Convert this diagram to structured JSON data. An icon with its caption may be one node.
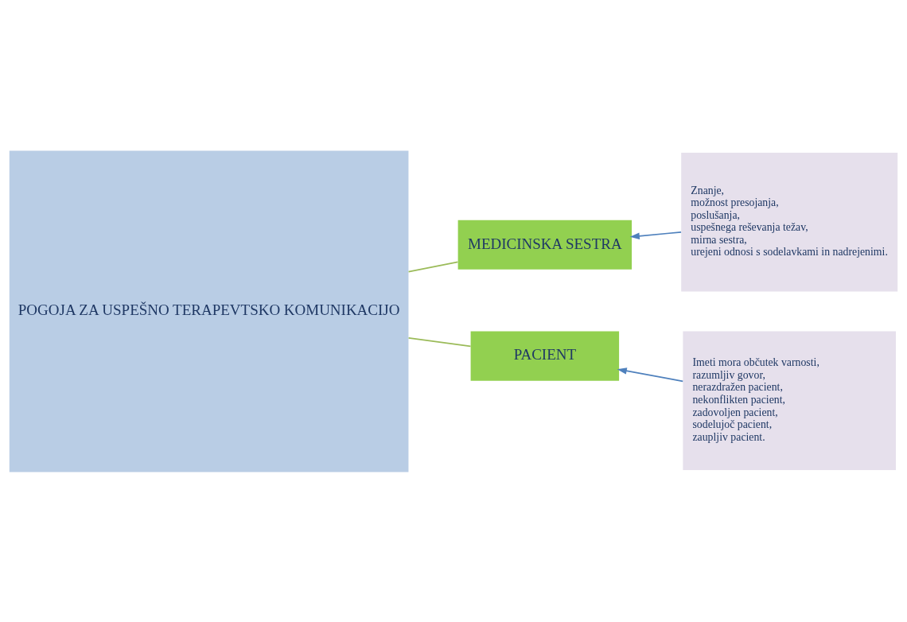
{
  "diagram": {
    "nodes": [
      {
        "text": [
          "POGOJA ZA USPEŠNO TERAPEVTSKO KOMUNIKACIJO"
        ]
      },
      {
        "text": [
          "MEDICINSKA SESTRA"
        ]
      },
      {
        "text": [
          "PACIENT"
        ]
      },
      {
        "text": [
          "Znanje,",
          "možnost presojanja,",
          "poslušanja,",
          "uspešnega reševanja težav,",
          "mirna sestra,",
          "urejeni odnosi s sodelavkami in nadrejenimi."
        ]
      },
      {
        "text": [
          "Imeti mora občutek varnosti,",
          "razumljiv govor,",
          "nerazdražen pacient,",
          "nekonflikten pacient,",
          "zadovoljen pacient,",
          "sodelujoč pacient,",
          "zaupljiv pacient."
        ]
      }
    ],
    "edges": [
      {
        "from": 0,
        "to": 1,
        "arrow": "none",
        "color": "#9bbb59"
      },
      {
        "from": 0,
        "to": 2,
        "arrow": "none",
        "color": "#9bbb59"
      },
      {
        "from": 3,
        "to": 1,
        "arrow": "to",
        "color": "#4f81bd"
      },
      {
        "from": 4,
        "to": 2,
        "arrow": "to",
        "color": "#4f81bd"
      }
    ]
  }
}
